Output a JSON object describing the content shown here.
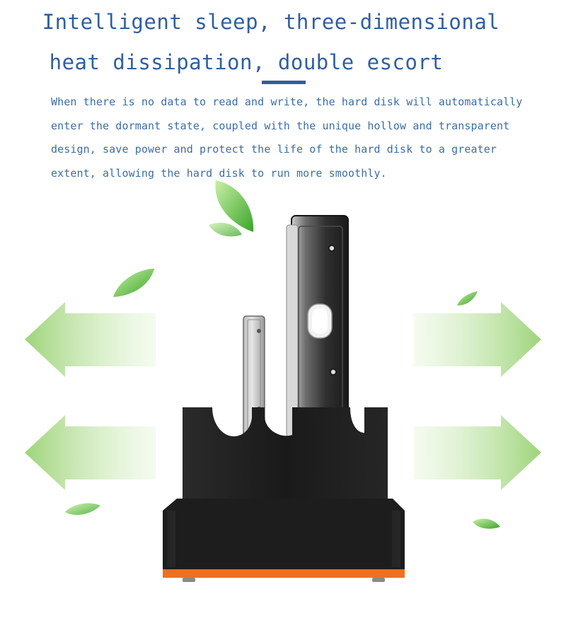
{
  "heading": {
    "line1": "Intelligent sleep, three-dimensional",
    "line2": "heat dissipation, double escort"
  },
  "description": {
    "lines": [
      "When there is no data to read and write, the hard disk will automatically",
      "enter the dormant state, coupled with the unique hollow and transparent",
      "design, save power and protect the life of the hard disk to a greater",
      "extent, allowing the hard disk to run more smoothly."
    ]
  },
  "colors": {
    "heading": "#2f5f9f",
    "text": "#3b6ea8",
    "arrow": "#9ed47a",
    "leaf": "#5cc23a",
    "dock": "#1c1c1c",
    "dock_base": "#f07020"
  },
  "icons": [
    "left-arrow-icon",
    "right-arrow-icon",
    "leaf-icon"
  ]
}
